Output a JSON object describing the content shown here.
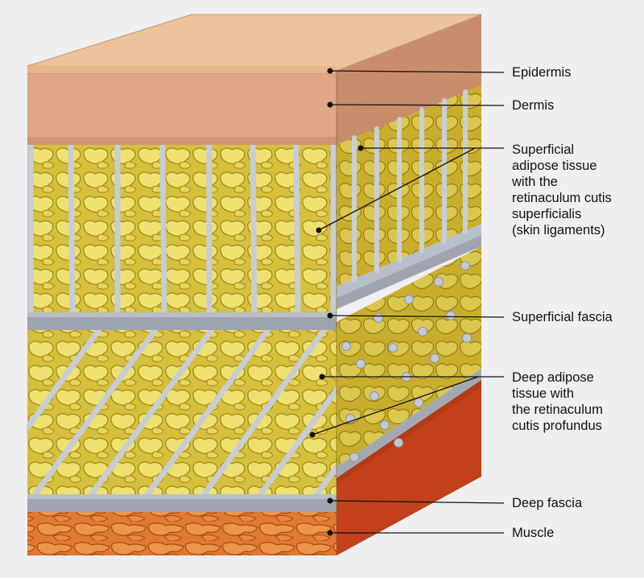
{
  "labels": {
    "epidermis": "Epidermis",
    "dermis": "Dermis",
    "superficial_adipose": "Superficial\nadipose tissue\nwith the\nretinaculum cutis\nsuperficialis\n(skin ligaments)",
    "superficial_fascia": "Superficial fascia",
    "deep_adipose": "Deep adipose\ntissue with\nthe retinaculum\ncutis profundus",
    "deep_fascia": "Deep fascia",
    "muscle": "Muscle"
  },
  "colors": {
    "background": "#efeff1",
    "epidermis": "#e9b689",
    "dermis": "#e0a685",
    "adipose": "#d9c23c",
    "adipose_dark": "#a89020",
    "fascia": "#9fa5b0",
    "ligament": "#c6cdd6",
    "muscle_front": "#e07a30",
    "muscle_side": "#c2411a",
    "leader_line": "#111111"
  }
}
